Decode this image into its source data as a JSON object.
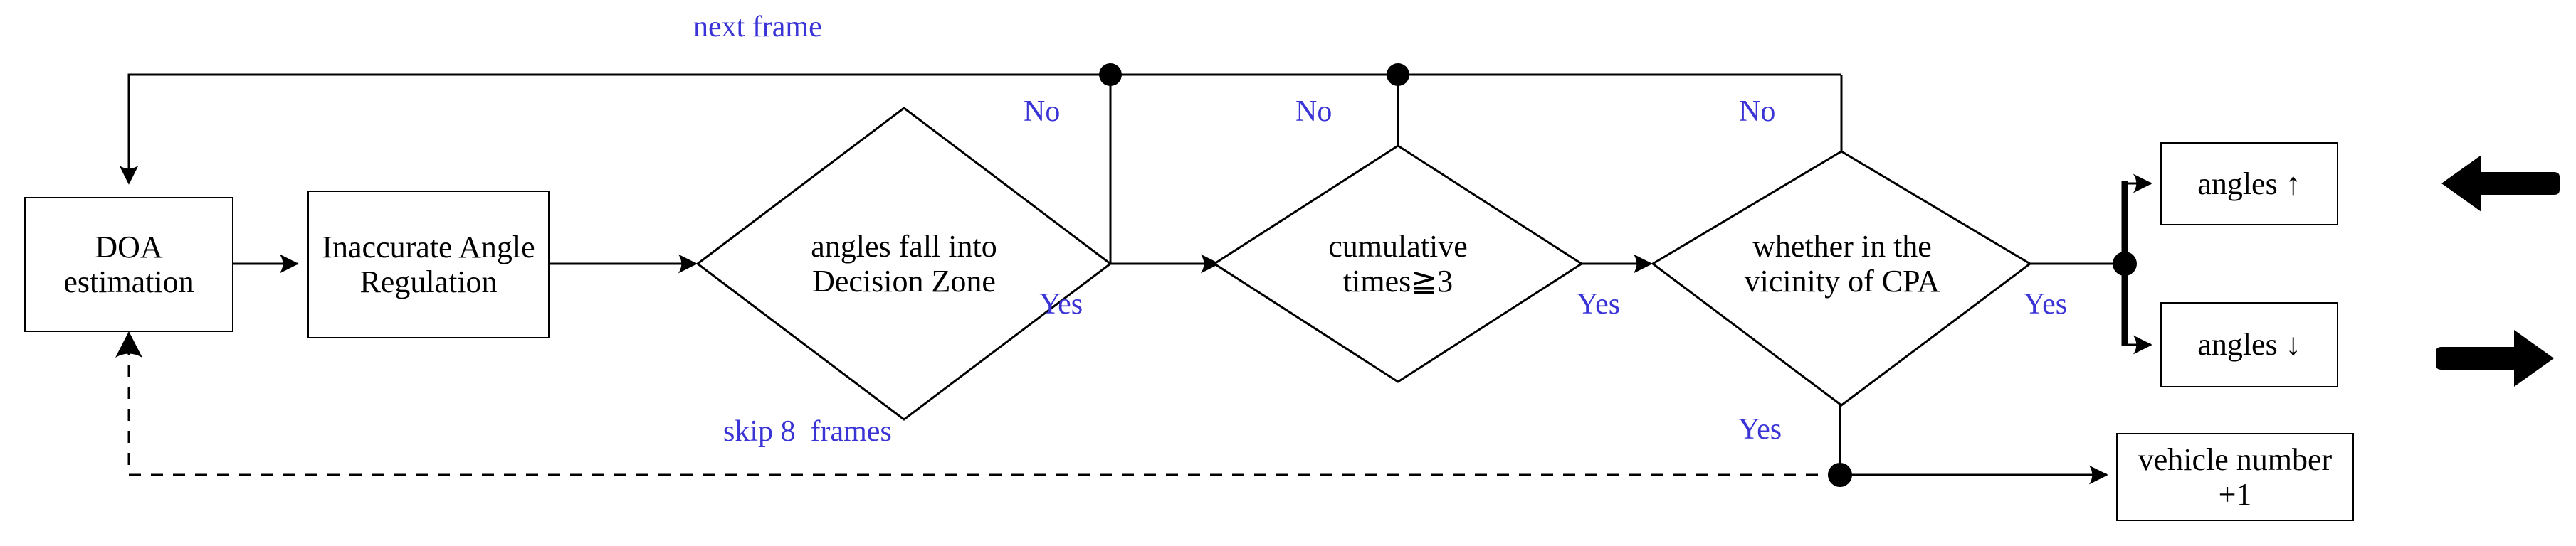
{
  "diagram": {
    "title": "DOA tracking decision flowchart",
    "colors": {
      "stroke": "#000000",
      "label": "#3A33D6",
      "background": "#FFFFFF"
    },
    "process_nodes": [
      {
        "id": "doa",
        "label": "DOA\nestimation"
      },
      {
        "id": "iar",
        "label": "Inaccurate Angle\nRegulation"
      },
      {
        "id": "angles_up",
        "label": "angles  ↑"
      },
      {
        "id": "angles_down",
        "label": "angles  ↓"
      },
      {
        "id": "vehicle_count",
        "label": "vehicle number +1"
      }
    ],
    "decision_nodes": [
      {
        "id": "d1",
        "label": "angles fall into\nDecision Zone"
      },
      {
        "id": "d2",
        "label": "cumulative\ntimes≧3"
      },
      {
        "id": "d3",
        "label": "whether in the\nvicinity of CPA"
      }
    ],
    "edge_labels": [
      {
        "id": "next-frame",
        "text": "next frame"
      },
      {
        "id": "d1-no",
        "text": "No"
      },
      {
        "id": "d1-yes",
        "text": "Yes"
      },
      {
        "id": "d2-no",
        "text": "No"
      },
      {
        "id": "d2-yes",
        "text": "Yes"
      },
      {
        "id": "d3-no",
        "text": "No"
      },
      {
        "id": "d3-yes-right",
        "text": "Yes"
      },
      {
        "id": "d3-yes-bottom",
        "text": "Yes"
      },
      {
        "id": "skip-frames",
        "text": "skip 8  frames"
      }
    ],
    "outcome_arrows": [
      {
        "id": "arrow-left",
        "direction": "left"
      },
      {
        "id": "arrow-right",
        "direction": "right"
      }
    ]
  }
}
